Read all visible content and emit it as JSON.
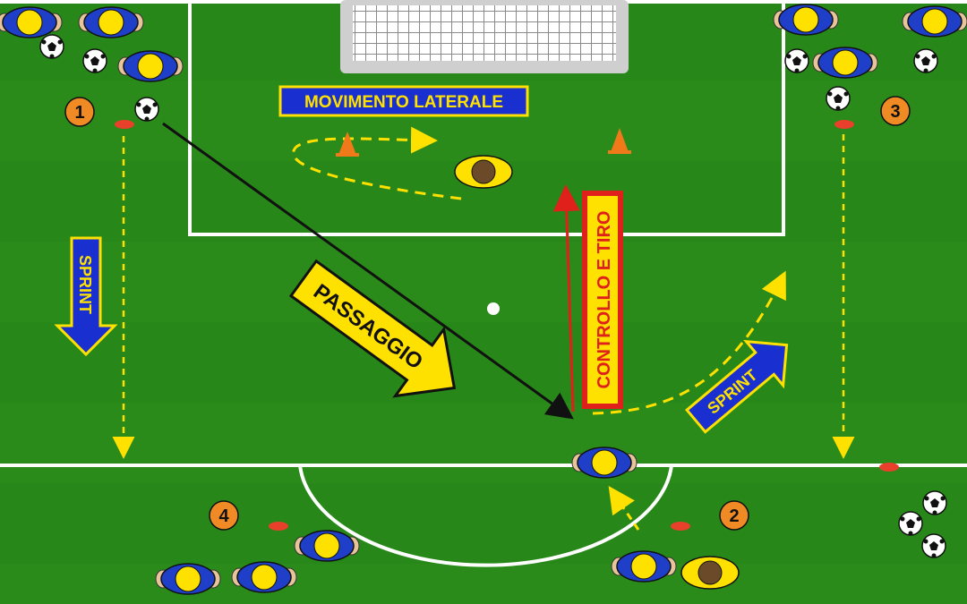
{
  "labels": {
    "movimento": "MOVIMENTO LATERALE",
    "passaggio": "PASSAGGIO",
    "controllo": "CONTROLLO E TIRO",
    "sprint_left": "SPRINT",
    "sprint_right": "SPRINT"
  },
  "stations": [
    {
      "id": "1",
      "label": "1"
    },
    {
      "id": "2",
      "label": "2"
    },
    {
      "id": "3",
      "label": "3"
    },
    {
      "id": "4",
      "label": "4"
    }
  ],
  "colors": {
    "pitch": "#2a8a1a",
    "pitch_dark": "#237a14",
    "line": "#ffffff",
    "label_bg": "#1a2fd0",
    "label_border": "#ffe100",
    "label_text": "#ffe100",
    "arrow_yellow": "#ffe100",
    "arrow_red": "#e0201a",
    "station": "#f08a24",
    "cone": "#f07a1a",
    "player_shirt": "#1f3fc8",
    "player_head": "#ffe100"
  }
}
